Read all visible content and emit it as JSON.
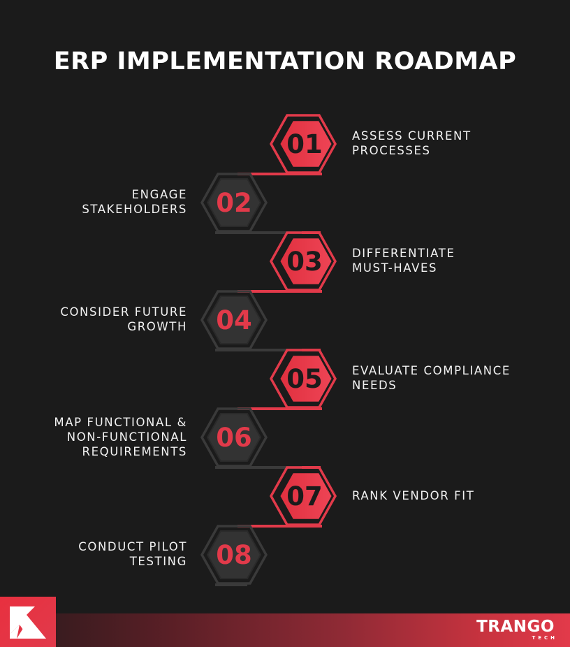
{
  "title": "ERP IMPLEMENTATION ROADMAP",
  "colors": {
    "background": "#1b1b1b",
    "accent_red": "#e23a4a",
    "dark_hex_fill": "#333333",
    "dark_hex_stroke": "#3a3a3a",
    "number_on_red": "#1b1b1b",
    "number_on_dark": "#e23a4a",
    "label_text": "#f2f2f2"
  },
  "steps": [
    {
      "number": "01",
      "label": "ASSESS CURRENT\nPROCESSES",
      "style": "red",
      "side": "right"
    },
    {
      "number": "02",
      "label": "ENGAGE\nSTAKEHOLDERS",
      "style": "dark",
      "side": "left"
    },
    {
      "number": "03",
      "label": "DIFFERENTIATE\nMUST-HAVES",
      "style": "red",
      "side": "right"
    },
    {
      "number": "04",
      "label": "CONSIDER FUTURE\nGROWTH",
      "style": "dark",
      "side": "left"
    },
    {
      "number": "05",
      "label": "EVALUATE COMPLIANCE\nNEEDS",
      "style": "red",
      "side": "right"
    },
    {
      "number": "06",
      "label": "MAP FUNCTIONAL &\nNON-FUNCTIONAL\nREQUIREMENTS",
      "style": "dark",
      "side": "left"
    },
    {
      "number": "07",
      "label": "RANK VENDOR FIT",
      "style": "red",
      "side": "right"
    },
    {
      "number": "08",
      "label": "CONDUCT PILOT\nTESTING",
      "style": "dark",
      "side": "left"
    }
  ],
  "footer": {
    "logo_icon": "arrow-up-left-icon",
    "brand_name": "TRANGO",
    "brand_sub": "TECH"
  }
}
